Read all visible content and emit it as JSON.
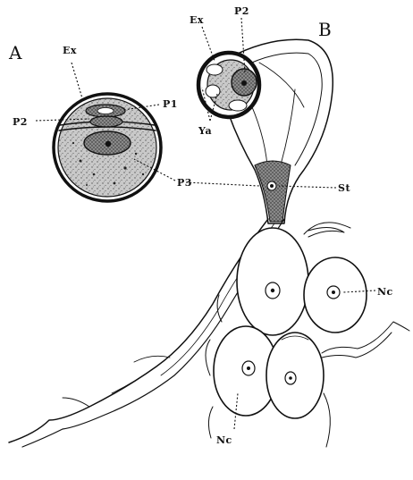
{
  "figure": {
    "panels": [
      {
        "id": "A",
        "label": "A"
      },
      {
        "id": "B",
        "label": "B"
      }
    ],
    "labels": {
      "a_ex": "Ex",
      "a_p1": "P1",
      "a_p2": "P2",
      "a_p3": "P3",
      "b_ex": "Ex",
      "b_p2": "P2",
      "b_ya": "Ya",
      "b_st": "St",
      "b_nc_right": "Nc",
      "b_nc_bottom": "Nc"
    }
  }
}
